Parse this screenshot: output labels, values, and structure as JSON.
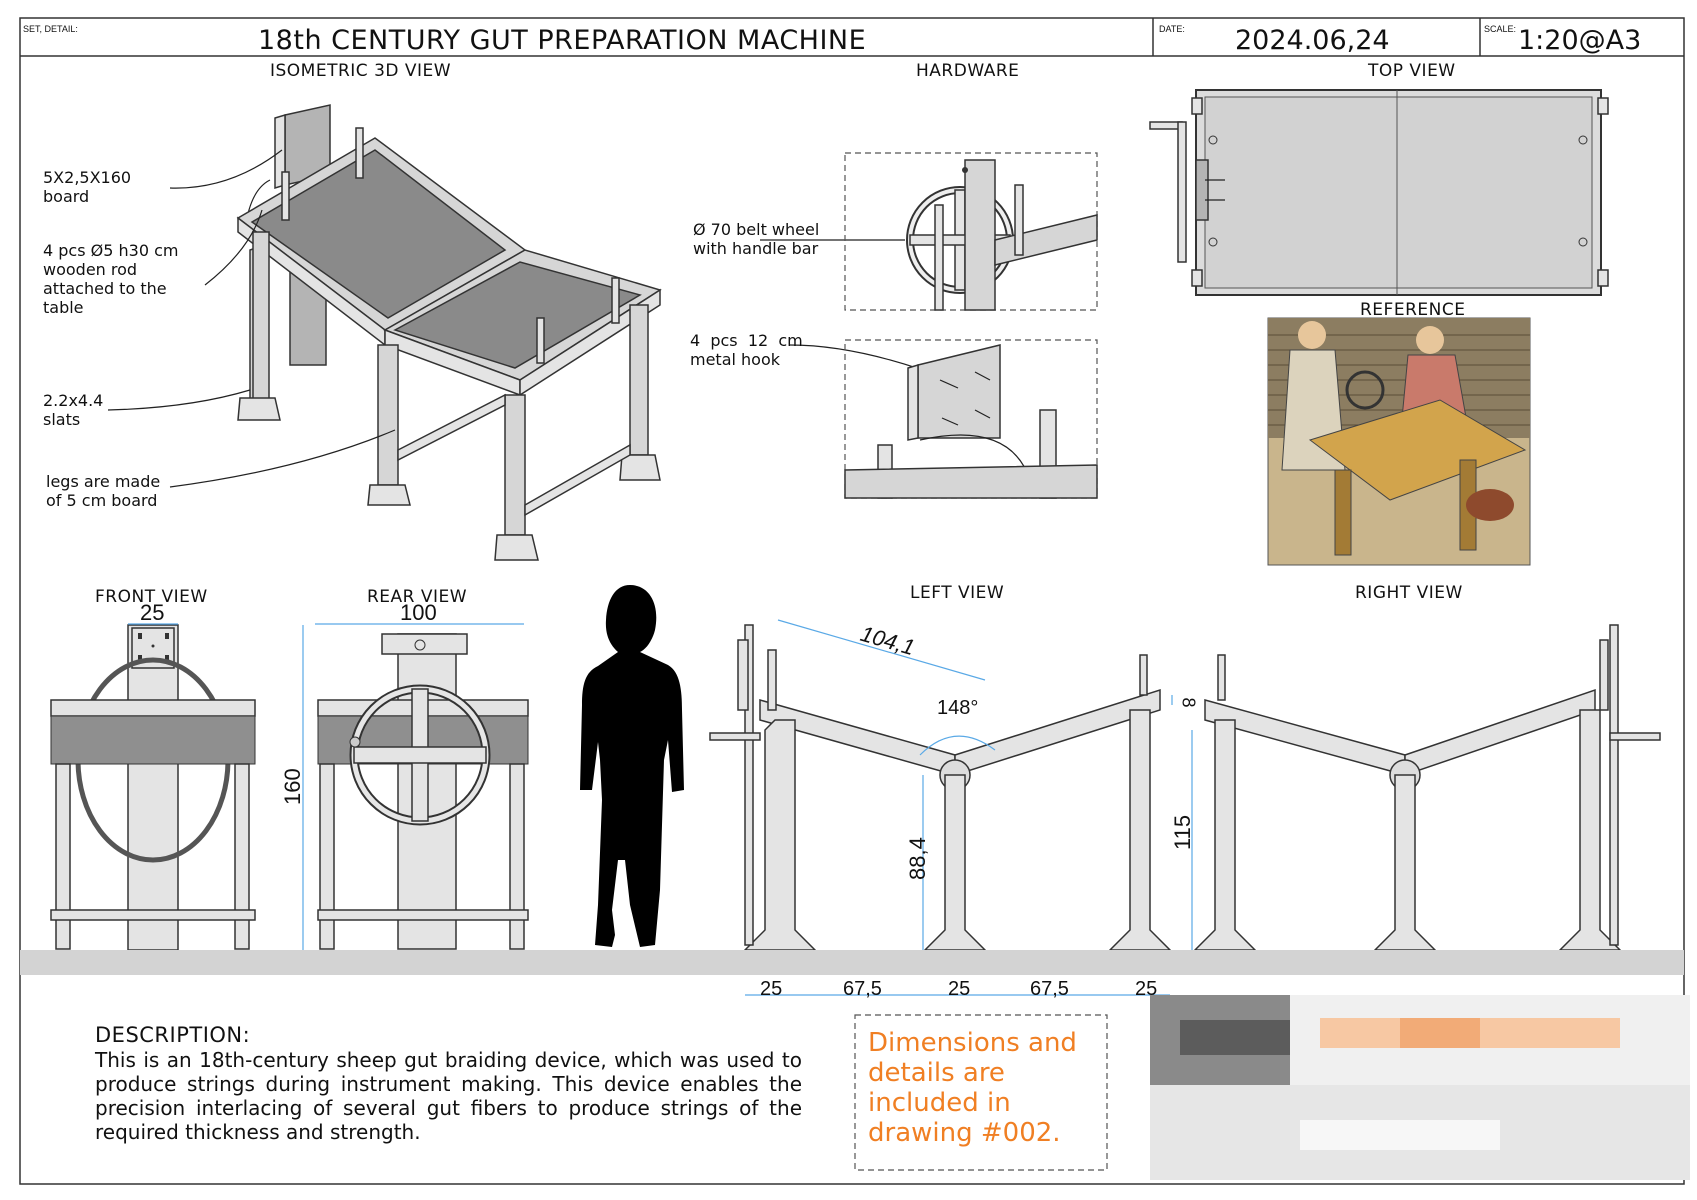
{
  "title_block": {
    "set_label": "SET, DETAIL:",
    "title": "18th CENTURY GUT PREPARATION MACHINE",
    "date_label": "DATE:",
    "date": "2024.06,24",
    "scale_label": "SCALE:",
    "scale": "1:20@A3"
  },
  "views": {
    "isometric": "ISOMETRIC 3D VIEW",
    "hardware": "HARDWARE",
    "top": "TOP VIEW",
    "reference": "REFERENCE",
    "front": "FRONT VIEW",
    "rear": "REAR VIEW",
    "left": "LEFT VIEW",
    "right": "RIGHT VIEW"
  },
  "annotations": {
    "board_line1": "5X2,5X160",
    "board_line2": "board",
    "rod_line1": "4 pcs Ø5 h30 cm",
    "rod_line2": "wooden rod",
    "rod_line3": "attached to the",
    "rod_line4": "table",
    "slats_line1": "2.2x4.4",
    "slats_line2": "slats",
    "legs_line1": "legs are made",
    "legs_line2": "of 5 cm board",
    "wheel_line1": "Ø 70 belt wheel",
    "wheel_line2": "with handle bar",
    "hook_line1": "4  pcs  12  cm",
    "hook_line2": "metal hook"
  },
  "dimensions": {
    "front_width": "25",
    "rear_width": "100",
    "rear_height": "160",
    "left_slope": "104,1",
    "left_angle": "148°",
    "left_inner_height": "88,4",
    "left_thickness": "8",
    "right_height": "115",
    "base_1": "25",
    "base_2": "67,5",
    "base_3": "25",
    "base_4": "67,5",
    "base_5": "25"
  },
  "description": {
    "heading": "DESCRIPTION:",
    "body": "This is an 18th-century sheep gut braiding device, which was used to produce strings during instrument making. This device enables the precision interlacing of several gut fibers to produce strings of the required thickness and strength."
  },
  "callout": {
    "text": "Dimensions and details are included in drawing #002.",
    "color": "#f07f23"
  },
  "colors": {
    "dimension_line": "#5aa9e6",
    "ground": "#d3d3d3"
  }
}
